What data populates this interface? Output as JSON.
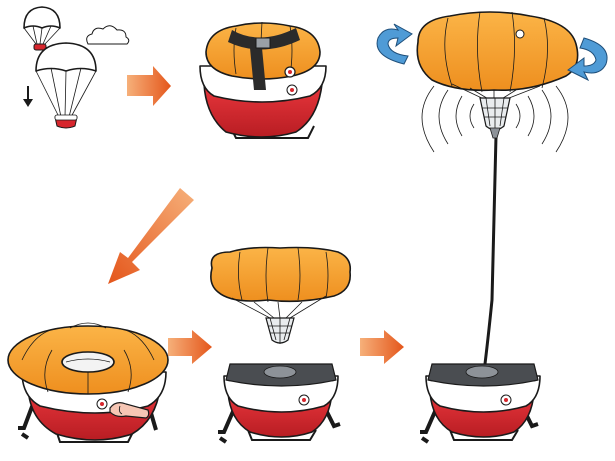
{
  "figure": {
    "kind": "instructional illustration",
    "panels": [
      {
        "id": "parachute-drop",
        "icons": [
          "parachute-icon",
          "cloud-icon",
          "down-arrow-icon"
        ]
      },
      {
        "id": "packed-device",
        "icons": [
          "device-icon"
        ]
      },
      {
        "id": "canopy-inflating",
        "icons": [
          "device-icon",
          "inflatable-ring-icon",
          "hand-icon"
        ]
      },
      {
        "id": "canopy-lifting",
        "icons": [
          "device-icon",
          "balloon-icon"
        ]
      },
      {
        "id": "aerial-lift",
        "icons": [
          "device-icon",
          "tether-icon"
        ]
      },
      {
        "id": "airborne-balloon",
        "icons": [
          "balloon-icon",
          "rotation-arrow-icon",
          "sound-waves-icon"
        ]
      }
    ]
  },
  "colors": {
    "orange": "#f7a231",
    "orange_dark": "#e58a1c",
    "red": "#d7262d",
    "red_dark": "#a81a20",
    "white": "#ffffff",
    "outline": "#1a1a1a",
    "gray": "#8f959c",
    "blue_arrow": "#4f9bd6",
    "arrow_start": "#f6b07a",
    "arrow_end": "#e4561b"
  }
}
